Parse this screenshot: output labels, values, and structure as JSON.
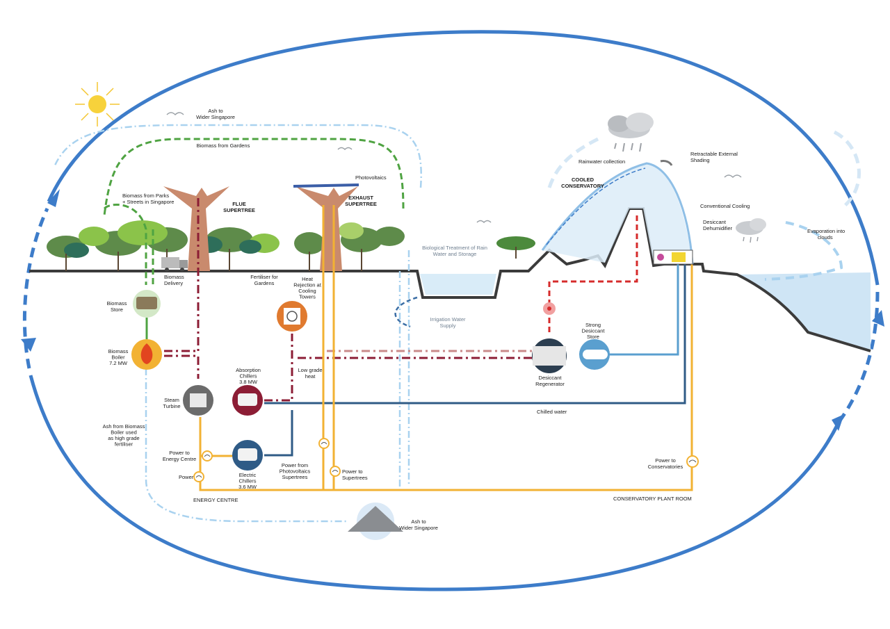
{
  "labels": {
    "ash_top": [
      "Ash to",
      "Wider Singapore"
    ],
    "biomass_gardens": "Biomass from Gardens",
    "biomass_parks": [
      "Biomass from Parks",
      "+ Streets in Singapore"
    ],
    "flue_supertree": [
      "FLUE",
      "SUPERTREE"
    ],
    "photovoltaics": "Photovoltaics",
    "exhaust_supertree": [
      "EXHAUST",
      "SUPERTREE"
    ],
    "rainwater_collection": "Rainwater collection",
    "retractable_shading": [
      "Retractable External",
      "Shading"
    ],
    "cooled_conservatory": [
      "COOLED",
      "CONSERVATORY"
    ],
    "conventional_cooling": "Conventional Cooling",
    "desiccant_dehumidifier": [
      "Desiccant",
      "Dehumidifier"
    ],
    "evaporation": [
      "Evaporation into",
      "clouds"
    ],
    "bio_treatment": [
      "Biological Treatment of Rain",
      "Water and Storage"
    ],
    "biomass_delivery": [
      "Biomass",
      "Delivery"
    ],
    "fertiliser_gardens": [
      "Fertiliser for",
      "Gardens"
    ],
    "heat_rejection": [
      "Heat",
      "Rejection at",
      "Cooling",
      "Towers"
    ],
    "irrigation": [
      "Irrigation Water",
      "Supply"
    ],
    "biomass_store": [
      "Biomass",
      "Store"
    ],
    "biomass_boiler": [
      "Biomass",
      "Boiler",
      "7.2 MW"
    ],
    "strong_desiccant": [
      "Strong",
      "Desiccant",
      "Store"
    ],
    "desiccant_regenerator": [
      "Desiccant",
      "Regenerator"
    ],
    "absorption_chillers": [
      "Absorption",
      "Chillers",
      "3.8 MW"
    ],
    "low_grade_heat": [
      "Low grade",
      "heat"
    ],
    "steam_turbine": [
      "Steam",
      "Turbine"
    ],
    "chilled_water": "Chilled water",
    "ash_fertiliser": [
      "Ash from Biomass",
      "Boiler used",
      "as high grade",
      "fertiliser"
    ],
    "power_energy_centre": [
      "Power to",
      "Energy Centre"
    ],
    "power": "Power",
    "electric_chillers": [
      "Electric",
      "Chillers",
      "3.6 MW"
    ],
    "power_pv": [
      "Power from",
      "Photovoltaics",
      "Supertrees"
    ],
    "power_supertrees": [
      "Power to",
      "Supertrees"
    ],
    "power_conservatories": [
      "Power to",
      "Conservatories"
    ],
    "energy_centre": "ENERGY CENTRE",
    "conservatory_plant_room": "CONSERVATORY PLANT ROOM",
    "ash_bottom": [
      "Ash to",
      "Wider Singapore"
    ]
  },
  "colors": {
    "cycle_ring": "#3d7cc9",
    "biomass_flow": "#4fa342",
    "heat_flow": "#8c1d35",
    "power_flow": "#f2b233",
    "chilled_water": "#2f5b86",
    "rain_water": "#a9d2ef",
    "desiccant_flow": "#5a9fcf",
    "cooling_flow": "#d62b2b",
    "ground": "#3b3b3b",
    "sea": "#cfe5f5"
  },
  "icons": [
    "sun-icon",
    "cloud-rain-icon",
    "bird-icon",
    "tree-icon",
    "supertree-icon",
    "truck-icon",
    "log-stack-icon",
    "flame-icon",
    "turbine-icon",
    "chiller-icon",
    "cooling-tower-icon",
    "pump-icon",
    "desiccant-regenerator-icon",
    "desiccant-store-icon",
    "ash-heap-icon",
    "power-meter-icon"
  ]
}
